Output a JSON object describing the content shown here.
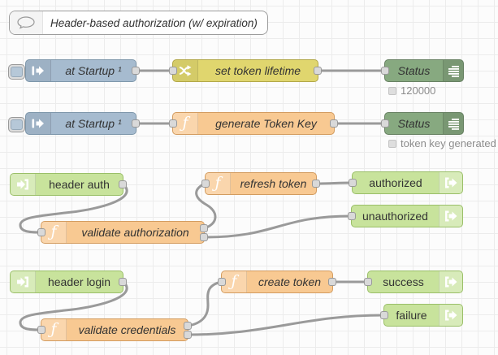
{
  "comment": {
    "label": "Header-based authorization (w/ expiration)"
  },
  "nodes": {
    "inject_startup_1": {
      "type": "inject",
      "label": "at Startup ¹"
    },
    "set_token_lifetime": {
      "type": "change",
      "label": "set token lifetime"
    },
    "status_1": {
      "type": "debug",
      "label": "Status",
      "status": "120000"
    },
    "inject_startup_2": {
      "type": "inject",
      "label": "at Startup ¹"
    },
    "generate_token_key": {
      "type": "function",
      "label": "generate Token Key"
    },
    "status_2": {
      "type": "debug",
      "label": "Status",
      "status": "token key generated"
    },
    "header_auth": {
      "type": "http-in",
      "label": "header auth"
    },
    "validate_authorization": {
      "type": "function",
      "label": "validate authorization"
    },
    "refresh_token": {
      "type": "function",
      "label": "refresh token"
    },
    "authorized": {
      "type": "http-response",
      "label": "authorized"
    },
    "unauthorized": {
      "type": "http-response",
      "label": "unauthorized"
    },
    "header_login": {
      "type": "http-in",
      "label": "header login"
    },
    "validate_credentials": {
      "type": "function",
      "label": "validate credentials"
    },
    "create_token": {
      "type": "function",
      "label": "create token"
    },
    "success": {
      "type": "http-response",
      "label": "success"
    },
    "failure": {
      "type": "http-response",
      "label": "failure"
    }
  },
  "colors": {
    "canvas_bg": "#fcfcfc",
    "grid_line": "#ececec",
    "label": "#333333",
    "wire": "#9a9a9a",
    "port_fill": "#d9d9d9",
    "port_border": "#999999",
    "status_text": "#8c8c8c",
    "inject_fill": "#a6bbcf",
    "inject_border": "#7e97ab",
    "change_fill": "#e0d66e",
    "change_border": "#b2a748",
    "function_fill": "#f8c992",
    "function_border": "#d39c60",
    "debug_fill": "#87a980",
    "debug_border": "#688163",
    "http_fill": "#c8e39c",
    "http_border": "#9abf68"
  }
}
